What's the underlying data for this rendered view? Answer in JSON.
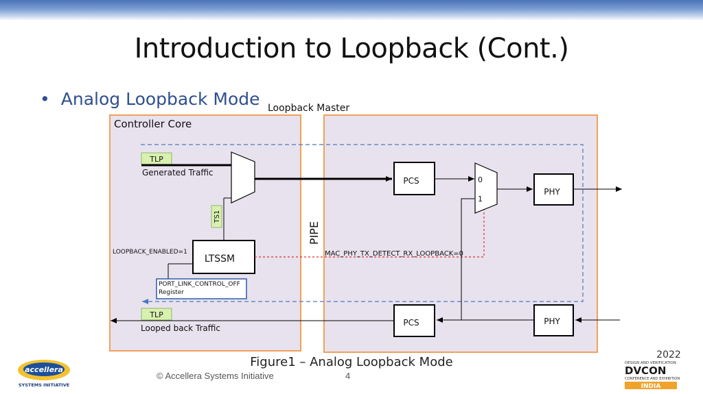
{
  "slide": {
    "title": "Introduction to Loopback (Cont.)",
    "bullet": "Analog Loopback Mode"
  },
  "diagram": {
    "loopback_master": "Loopback Master",
    "controller_core": "Controller Core",
    "tlp_top": "TLP",
    "generated_traffic": "Generated Traffic",
    "tlp_bottom": "TLP",
    "looped_back_traffic": "Looped back Traffic",
    "ts1": "TS1",
    "ltssm": "LTSSM",
    "loopback_enabled": "LOOPBACK_ENABLED=1",
    "register_line1": "PORT_LINK_CONTROL_OFF",
    "register_line2": "Register",
    "pipe": "PIPE",
    "pcs_top": "PCS",
    "pcs_bottom": "PCS",
    "phy_top": "PHY",
    "phy_bottom": "PHY",
    "mux_in0": "0",
    "mux_in1": "1",
    "mac_signal": "MAC_PHY_TX_DETECT_RX_LOOPBACK=0"
  },
  "caption": "Figure1 – Analog Loopback Mode",
  "footer": {
    "copyright": "© Accellera Systems Initiative",
    "page_number": "4"
  },
  "logos": {
    "left_name": "accellera",
    "left_sub": "SYSTEMS INITIATIVE",
    "right_year": "2022",
    "right_line1": "DESIGN AND VERIFICATION",
    "right_brand": "DVCON",
    "right_line2": "CONFERENCE AND EXHIBITION",
    "right_region": "INDIA"
  },
  "colors": {
    "box_border": "#f0a05a",
    "box_fill": "#e8e2ee",
    "dashed_blue": "#4a78c0",
    "dashed_red": "#d9302a",
    "tlp_fill": "#d8f0b0",
    "accent_blue": "#2f4f8f"
  }
}
